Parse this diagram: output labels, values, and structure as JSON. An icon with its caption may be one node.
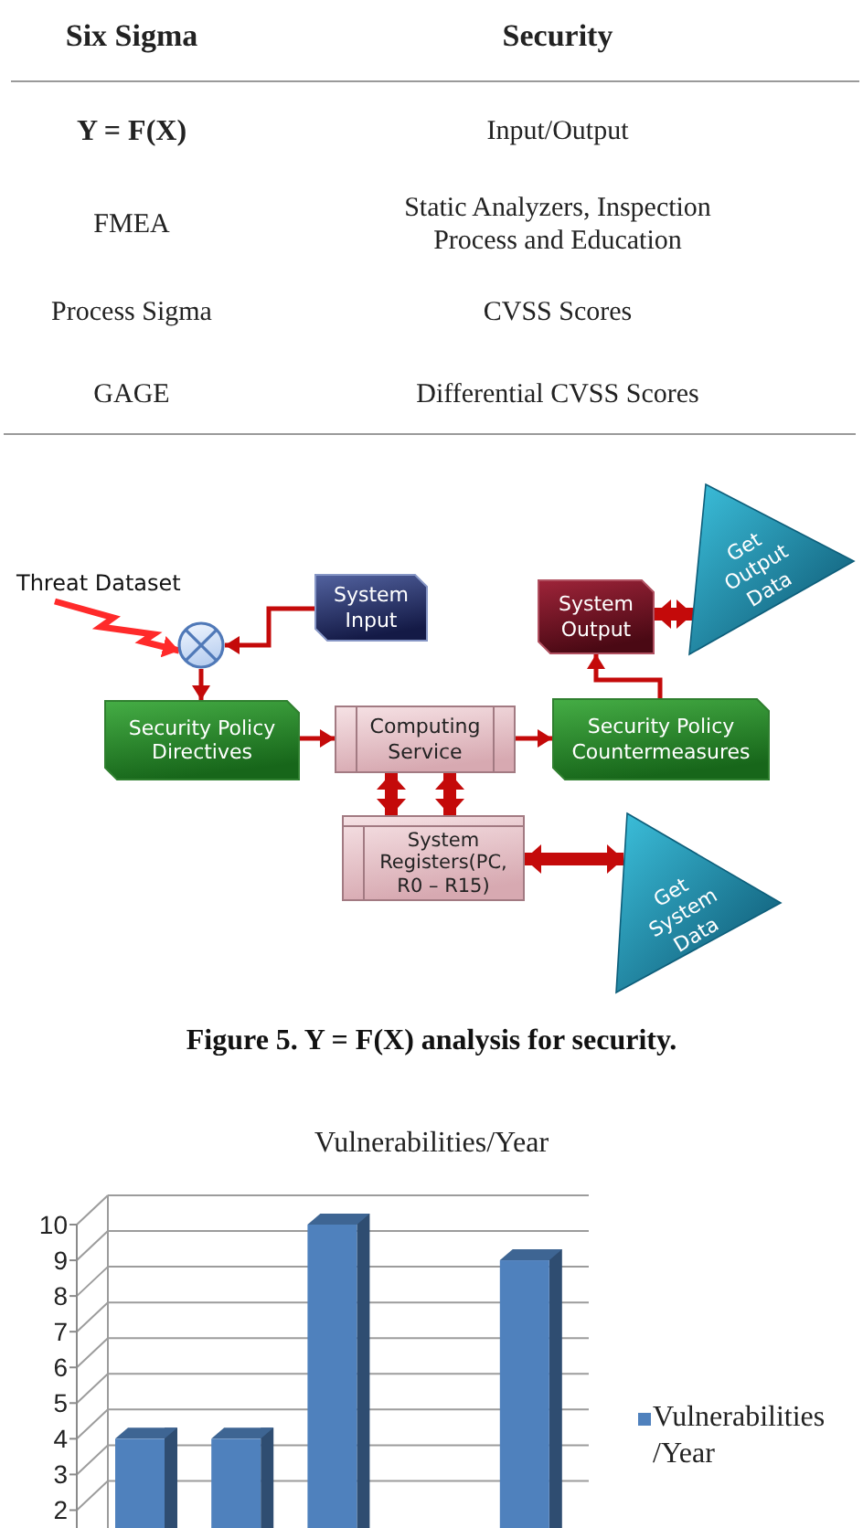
{
  "diagram": {
    "caption": "Figure 5. Y = F(X) analysis for security.",
    "nodes": [
      {
        "text": [
          "Threat Dataset"
        ]
      },
      {
        "text": [
          "System Input"
        ]
      },
      {
        "text": [
          "System Output"
        ]
      },
      {
        "text": [
          "Get Output Data"
        ]
      },
      {
        "text": [],
        "shape": "circle"
      },
      {
        "text": [
          "Security Policy Directives"
        ]
      },
      {
        "text": [
          "Computing Service"
        ]
      },
      {
        "text": [
          "Security Policy Countermeasures"
        ]
      },
      {
        "text": [
          "System Registers(PC, R0 – R15)"
        ]
      },
      {
        "text": [
          "Get System Data"
        ]
      }
    ],
    "edges": [
      {
        "from": 0,
        "to": 4,
        "arrow": "to",
        "color": "#ff2a2a"
      },
      {
        "from": 1,
        "to": 4,
        "arrow": "to"
      },
      {
        "from": 4,
        "to": 5,
        "arrow": "to"
      },
      {
        "from": 5,
        "to": 6,
        "arrow": "to"
      },
      {
        "from": 6,
        "to": 7,
        "arrow": "to"
      },
      {
        "from": 7,
        "to": 2,
        "arrow": "to"
      },
      {
        "from": 2,
        "to": 3,
        "arrow": "both",
        "style": "thick"
      },
      {
        "from": 6,
        "to": 8,
        "arrow": "both",
        "style": "thick"
      },
      {
        "from": 6,
        "to": 8,
        "arrow": "both",
        "style": "thick"
      },
      {
        "from": 8,
        "to": 9,
        "arrow": "both",
        "style": "thick"
      }
    ],
    "labels": [
      "Six Sigma",
      "Security",
      "Y = F(X)",
      "Input/Output",
      "FMEA",
      "Static Analyzers, Inspection Process and Education",
      "Process Sigma",
      "CVSS Scores",
      "GAGE",
      "Differential CVSS Scores"
    ],
    "chart_data": {
      "type": "bar",
      "title": "Vulnerabilities/Year",
      "series": [
        {
          "name": "Vulnerabilities /Year",
          "color": "#4f81bd",
          "values": [
            4,
            4,
            10,
            null,
            9
          ]
        }
      ],
      "ylim": [
        1.5,
        10
      ],
      "yticks": [
        2,
        3,
        4,
        5,
        6,
        7,
        8,
        9,
        10
      ]
    }
  }
}
